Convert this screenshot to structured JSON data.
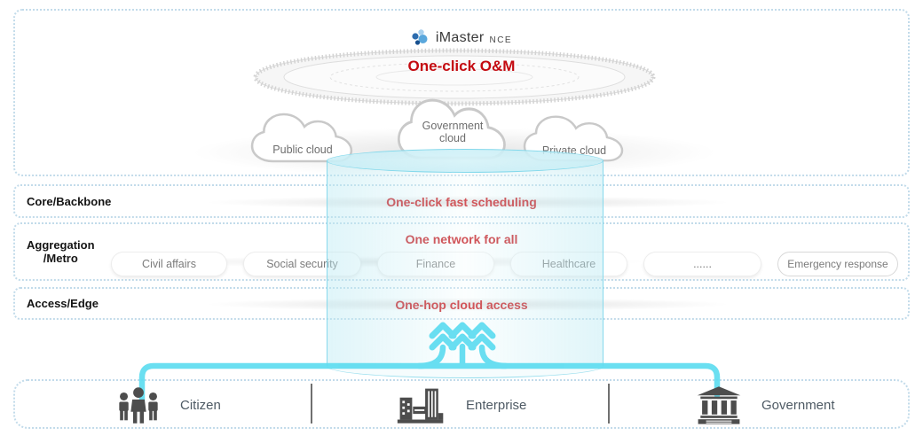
{
  "logo": {
    "name": "iMaster",
    "suffix": "NCE"
  },
  "platform": {
    "headline": "One-click O&M"
  },
  "clouds": [
    {
      "label": "Public cloud"
    },
    {
      "label": "Government cloud"
    },
    {
      "label": "Private cloud"
    }
  ],
  "layers": {
    "core": {
      "label": "Core/Backbone",
      "headline": "One-click fast scheduling"
    },
    "aggregation": {
      "label_line1": "Aggregation",
      "label_line2": "/Metro",
      "headline": "One network for all",
      "pills": [
        "Civil affairs",
        "Social security",
        "Finance",
        "Healthcare",
        "......",
        "Emergency response"
      ]
    },
    "access": {
      "label": "Access/Edge",
      "headline": "One-hop cloud access"
    }
  },
  "audience": [
    {
      "label": "Citizen"
    },
    {
      "label": "Enterprise"
    },
    {
      "label": "Government"
    }
  ],
  "colors": {
    "accent_red": "#c40a10",
    "connector_cyan": "#5ddcf0",
    "dotted_border": "#c2dbea",
    "icon_gray": "#4d4d4d"
  }
}
